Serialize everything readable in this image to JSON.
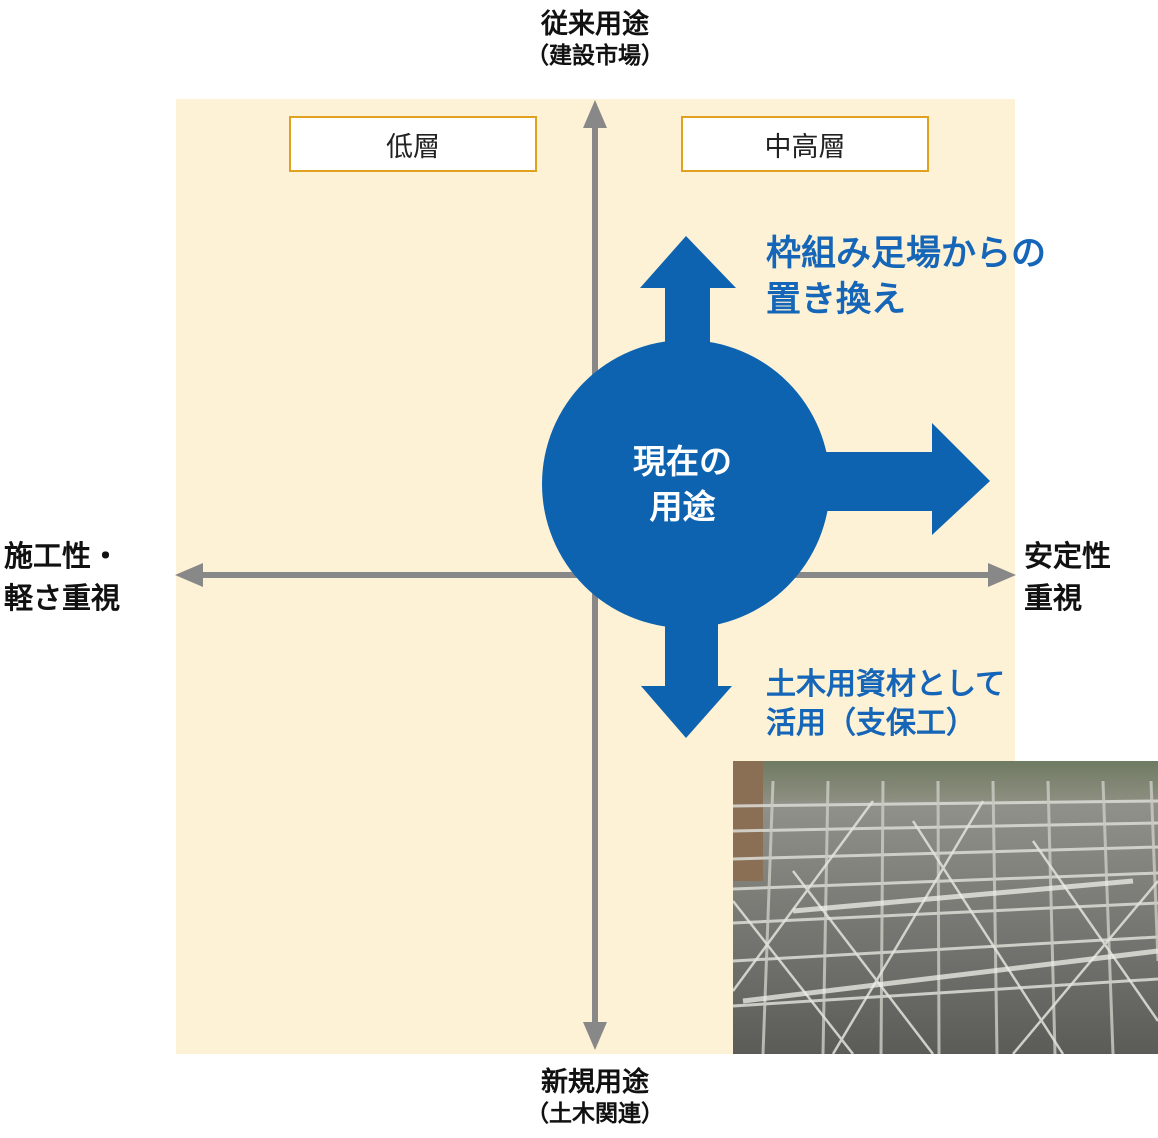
{
  "axes": {
    "top": {
      "title": "従来用途",
      "sub": "（建設市場）"
    },
    "bottom": {
      "title": "新規用途",
      "sub": "（土木関連）"
    },
    "left": {
      "line1": "施工性・",
      "line2": "軽さ重視"
    },
    "right": {
      "line1": "安定性",
      "line2": "重視"
    }
  },
  "quadrant_tags": {
    "low": "低層",
    "mid_high": "中高層"
  },
  "center": {
    "line1": "現在の",
    "line2": "用途"
  },
  "directions": {
    "up": {
      "line1": "枠組み足場からの",
      "line2": "置き換え"
    },
    "down": {
      "line1": "土木用資材として",
      "line2": "活用（支保工）"
    }
  },
  "colors": {
    "panel": "#fdf2d5",
    "axis": "#888888",
    "blue": "#0d63b0",
    "blue_text": "#1565b8",
    "tag_border": "#e0a020"
  }
}
